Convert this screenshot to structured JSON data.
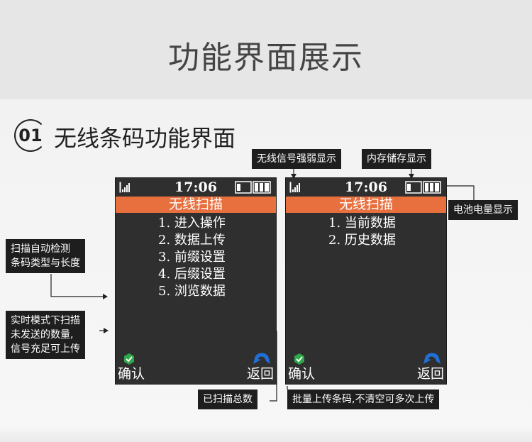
{
  "page_title": "功能界面展示",
  "section": {
    "number": "01",
    "title": "无线条码功能界面"
  },
  "phone_left": {
    "time": "17:06",
    "screen_title": "无线扫描",
    "menu": [
      "1. 进入操作",
      "2. 数据上传",
      "3. 前缀设置",
      "4. 后缀设置",
      "5. 浏览数据"
    ],
    "softkey_left": "确认",
    "softkey_right": "返回"
  },
  "phone_right": {
    "time": "17:06",
    "screen_title": "无线扫描",
    "menu": [
      "1. 当前数据",
      "2. 历史数据"
    ],
    "softkey_left": "确认",
    "softkey_right": "返回"
  },
  "callouts": {
    "signal": "无线信号强弱显示",
    "memory": "内存储存显示",
    "battery": "电池电量显示",
    "detect_line1": "扫描自动检测",
    "detect_line2": "条码类型与长度",
    "realtime_line1": "实时模式下扫描",
    "realtime_line2": "未发送的数量,",
    "realtime_line3": "信号充足可上传",
    "total": "已扫描总数",
    "batch": "批量上传条码,不清空可多次上传"
  },
  "colors": {
    "screen_bg": "#2f2f2f",
    "title_bar": "#e8703f",
    "callout_bg": "#1e1e1e",
    "ok_icon": "#2fa84a",
    "back_icon": "#1f6fd6"
  },
  "icons": [
    "signal-bars-icon",
    "memory-icon",
    "battery-icon",
    "ok-check-icon",
    "back-arrow-icon"
  ]
}
